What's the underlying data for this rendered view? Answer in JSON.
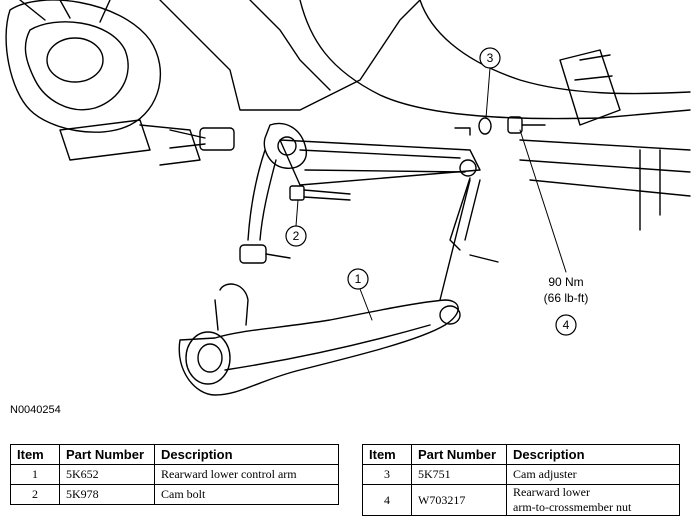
{
  "figure": {
    "id": "N0040254",
    "torque_value": "90 Nm",
    "torque_imperial": "(66 lb-ft)",
    "callouts": [
      "1",
      "2",
      "3",
      "4"
    ]
  },
  "tables": {
    "left": {
      "headers": {
        "item": "Item",
        "part_number": "Part Number",
        "description": "Description"
      },
      "rows": [
        {
          "item": "1",
          "part_number": "5K652",
          "description": "Rearward lower control arm"
        },
        {
          "item": "2",
          "part_number": "5K978",
          "description": "Cam bolt"
        }
      ]
    },
    "right": {
      "headers": {
        "item": "Item",
        "part_number": "Part Number",
        "description": "Description"
      },
      "rows": [
        {
          "item": "3",
          "part_number": "5K751",
          "description": "Cam adjuster"
        },
        {
          "item": "4",
          "part_number": "W703217",
          "description_line1": "Rearward lower",
          "description_line2": "arm-to-crossmember nut"
        }
      ]
    }
  }
}
